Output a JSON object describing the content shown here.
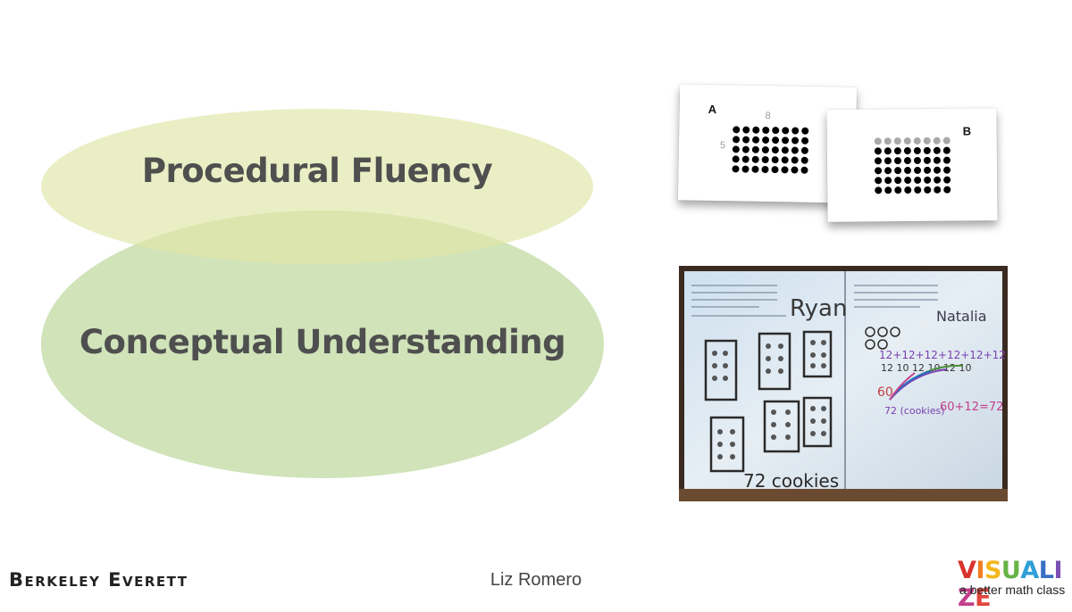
{
  "venn": {
    "procedural_label": "Procedural Fluency",
    "conceptual_label": "Conceptual Understanding",
    "procedural_color": "#e0e6a8",
    "conceptual_color": "#b7d494"
  },
  "card_a": {
    "letter": "A",
    "columns_label": "8",
    "rows_label": "5",
    "rows": 5,
    "cols": 8
  },
  "card_b": {
    "letter": "B",
    "rows": 6,
    "cols": 8,
    "gray_top_row": true
  },
  "photo": {
    "left_name": "Ryan",
    "right_name": "Natalia",
    "left_answer": "72 cookies",
    "right_answer": "60+12=72"
  },
  "footer": {
    "left_brand": "Berkeley Everett",
    "center_name": "Liz Romero",
    "logo_letters": [
      {
        "ch": "V",
        "color": "#d9332b"
      },
      {
        "ch": "I",
        "color": "#ef7d22"
      },
      {
        "ch": "S",
        "color": "#f4b71b"
      },
      {
        "ch": "U",
        "color": "#67b446"
      },
      {
        "ch": "A",
        "color": "#2f9fd8"
      },
      {
        "ch": "L",
        "color": "#3a6fc3"
      },
      {
        "ch": "I",
        "color": "#7b4fb3"
      },
      {
        "ch": "Z",
        "color": "#c23f8c"
      },
      {
        "ch": "E",
        "color": "#e2453c"
      }
    ],
    "logo_tagline": "a better math class"
  }
}
